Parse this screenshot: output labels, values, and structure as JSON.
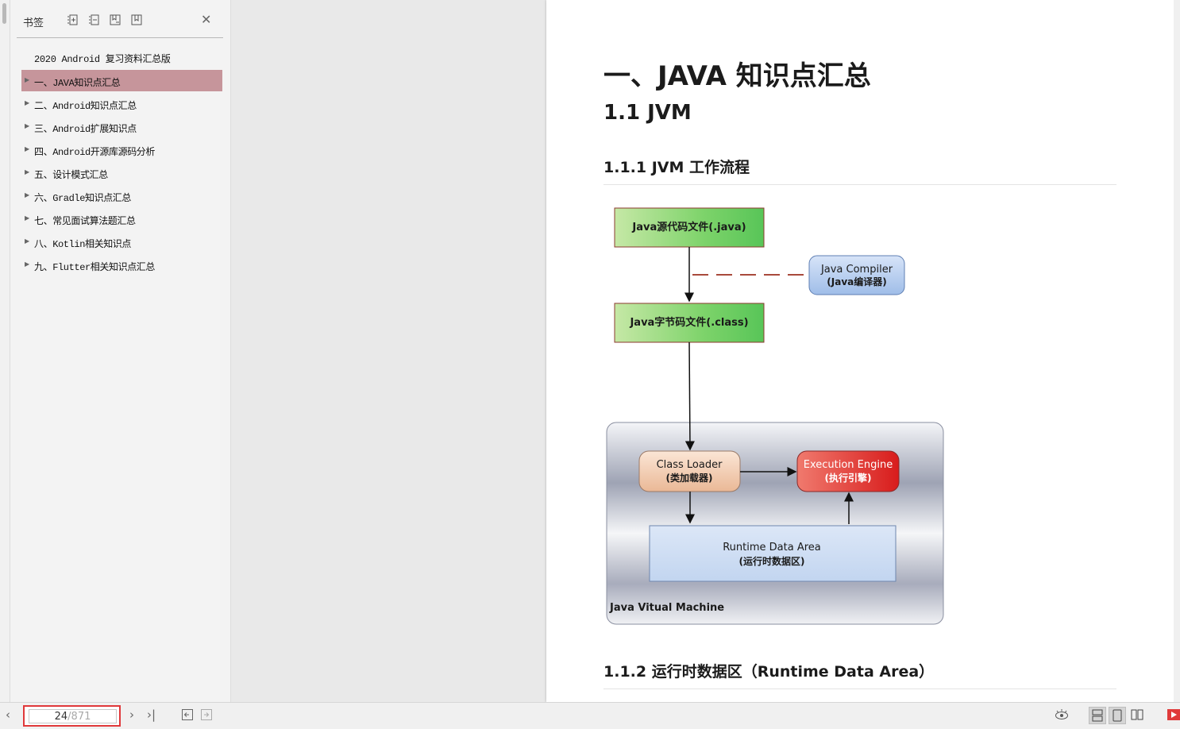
{
  "sidebar": {
    "title": "书签",
    "root_label": "2020 Android 复习资料汇总版",
    "items": [
      {
        "label": "一、JAVA知识点汇总",
        "active": true
      },
      {
        "label": "二、Android知识点汇总"
      },
      {
        "label": "三、Android扩展知识点"
      },
      {
        "label": "四、Android开源库源码分析"
      },
      {
        "label": "五、设计模式汇总"
      },
      {
        "label": "六、Gradle知识点汇总"
      },
      {
        "label": "七、常见面试算法题汇总"
      },
      {
        "label": "八、Kotlin相关知识点"
      },
      {
        "label": "九、Flutter相关知识点汇总"
      }
    ],
    "active_color": "#c6959b"
  },
  "document": {
    "h1": "一、JAVA 知识点汇总",
    "h2": "1.1 JVM",
    "h3": "1.1.1 JVM 工作流程",
    "h3_next": "1.1.2 运行时数据区（Runtime Data Area）"
  },
  "diagram": {
    "source_box": "Java源代码文件(.java)",
    "bytecode_box": "Java字节码文件(.class)",
    "compiler_line1": "Java Compiler",
    "compiler_line2": "(Java编译器)",
    "classloader_line1": "Class Loader",
    "classloader_line2": "(类加载器)",
    "engine_line1": "Execution Engine",
    "engine_line2": "(执行引擎)",
    "runtime_line1": "Runtime Data Area",
    "runtime_line2": "(运行时数据区)",
    "jvm_label": "Java Vitual Machine"
  },
  "statusbar": {
    "current_page": "24",
    "separator": "/",
    "total_pages": "871"
  },
  "colors": {
    "highlight_border": "#e0383a",
    "green_box": "#7dd36a",
    "blue_box": "#b8cdee",
    "red_box": "#e23232",
    "peach_box": "#f4cfb4"
  }
}
